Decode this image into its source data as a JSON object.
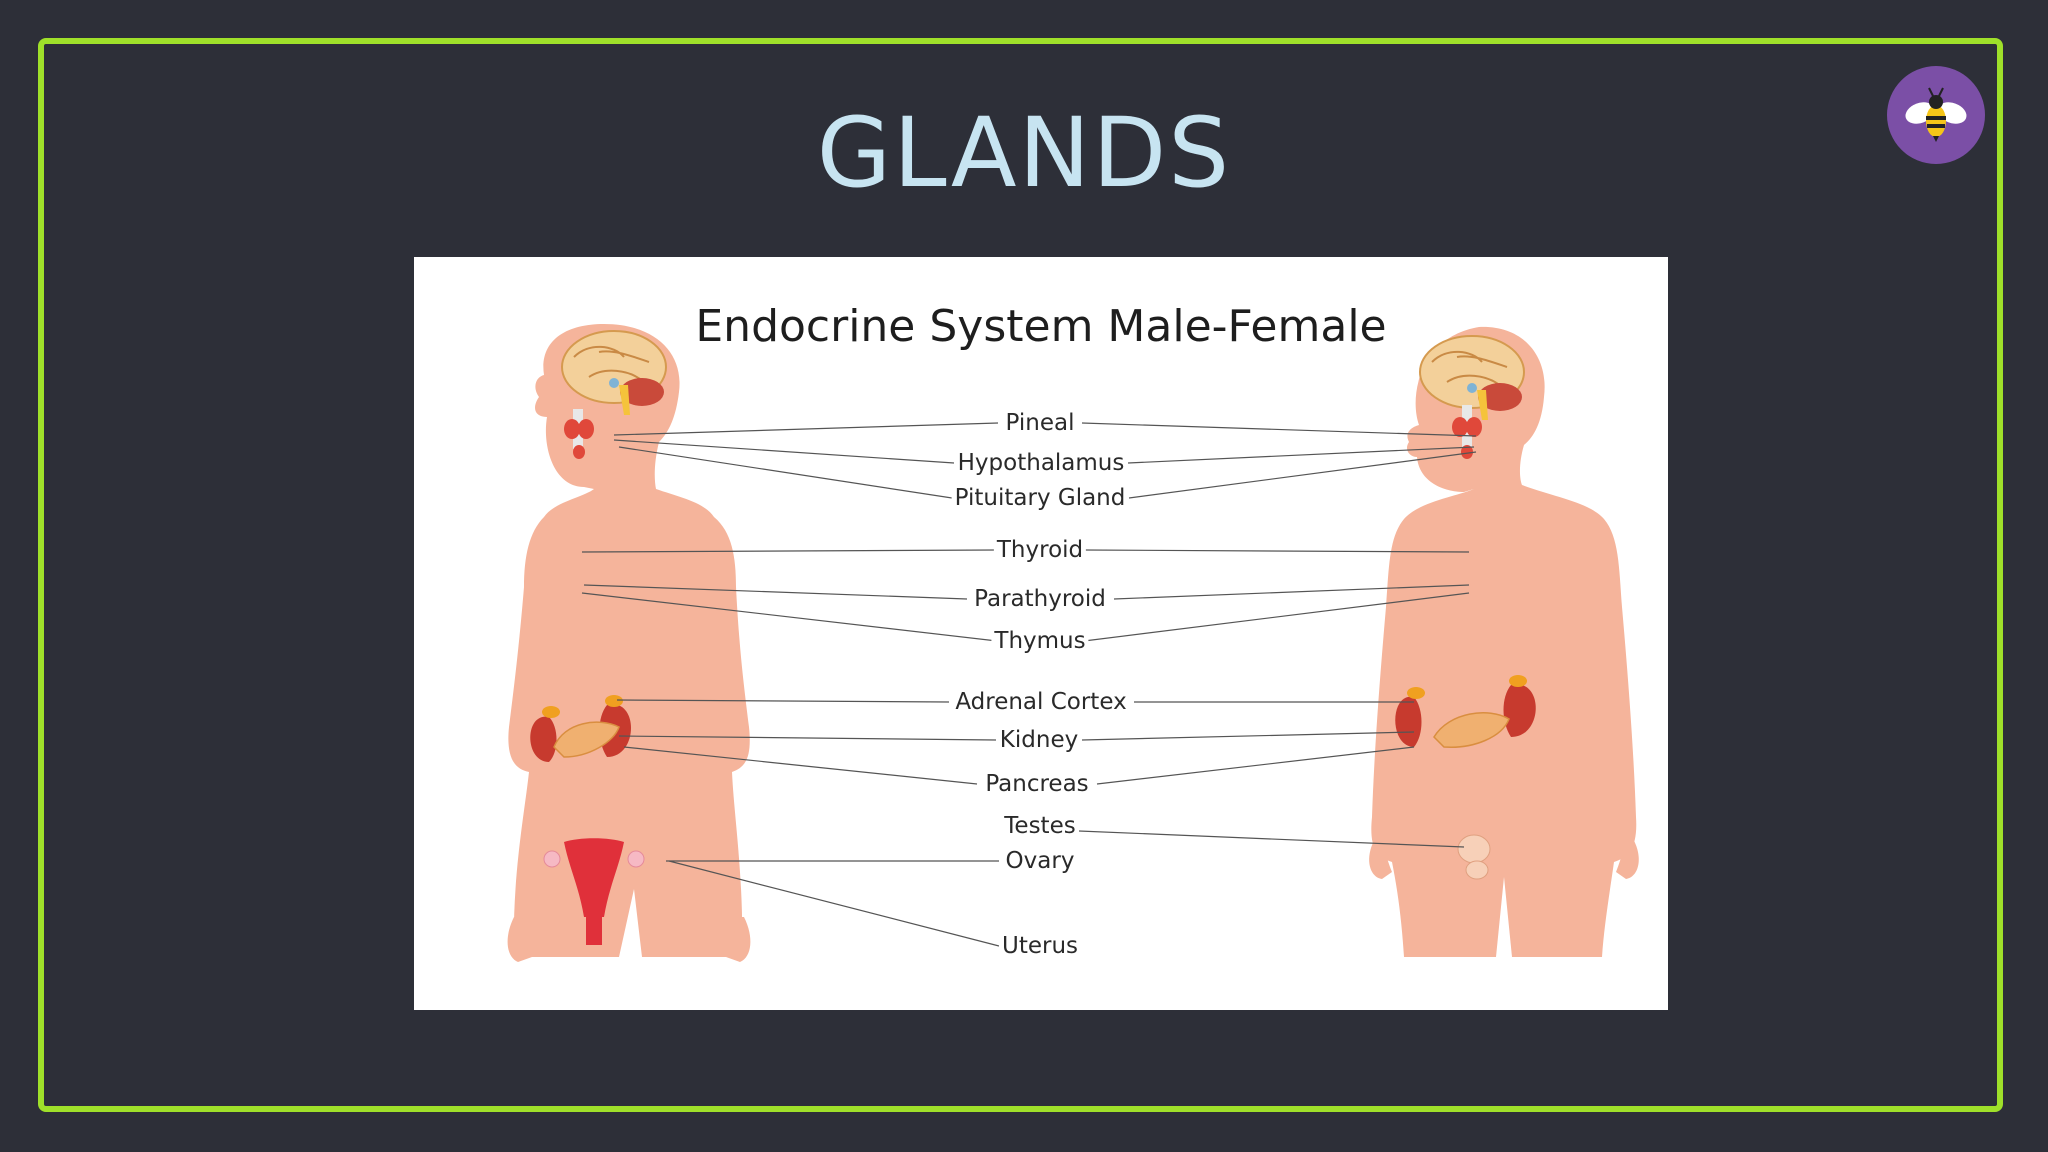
{
  "slide": {
    "title": "GLANDS",
    "accent_color": "#9fe02a",
    "background_color": "#2d2f38",
    "title_color": "#c7e4f1",
    "logo_icon": "bee-icon",
    "logo_color": "#7b4fa6"
  },
  "diagram": {
    "title": "Endocrine System Male-Female",
    "labels": {
      "pineal": "Pineal",
      "hypothalamus": "Hypothalamus",
      "pituitary": "Pituitary Gland",
      "thyroid": "Thyroid",
      "parathyroid": "Parathyroid",
      "thymus": "Thymus",
      "adrenal": "Adrenal Cortex",
      "kidney": "Kidney",
      "pancreas": "Pancreas",
      "testes": "Testes",
      "ovary": "Ovary",
      "uterus": "Uterus"
    },
    "figures": [
      "female-figure",
      "male-figure"
    ]
  }
}
